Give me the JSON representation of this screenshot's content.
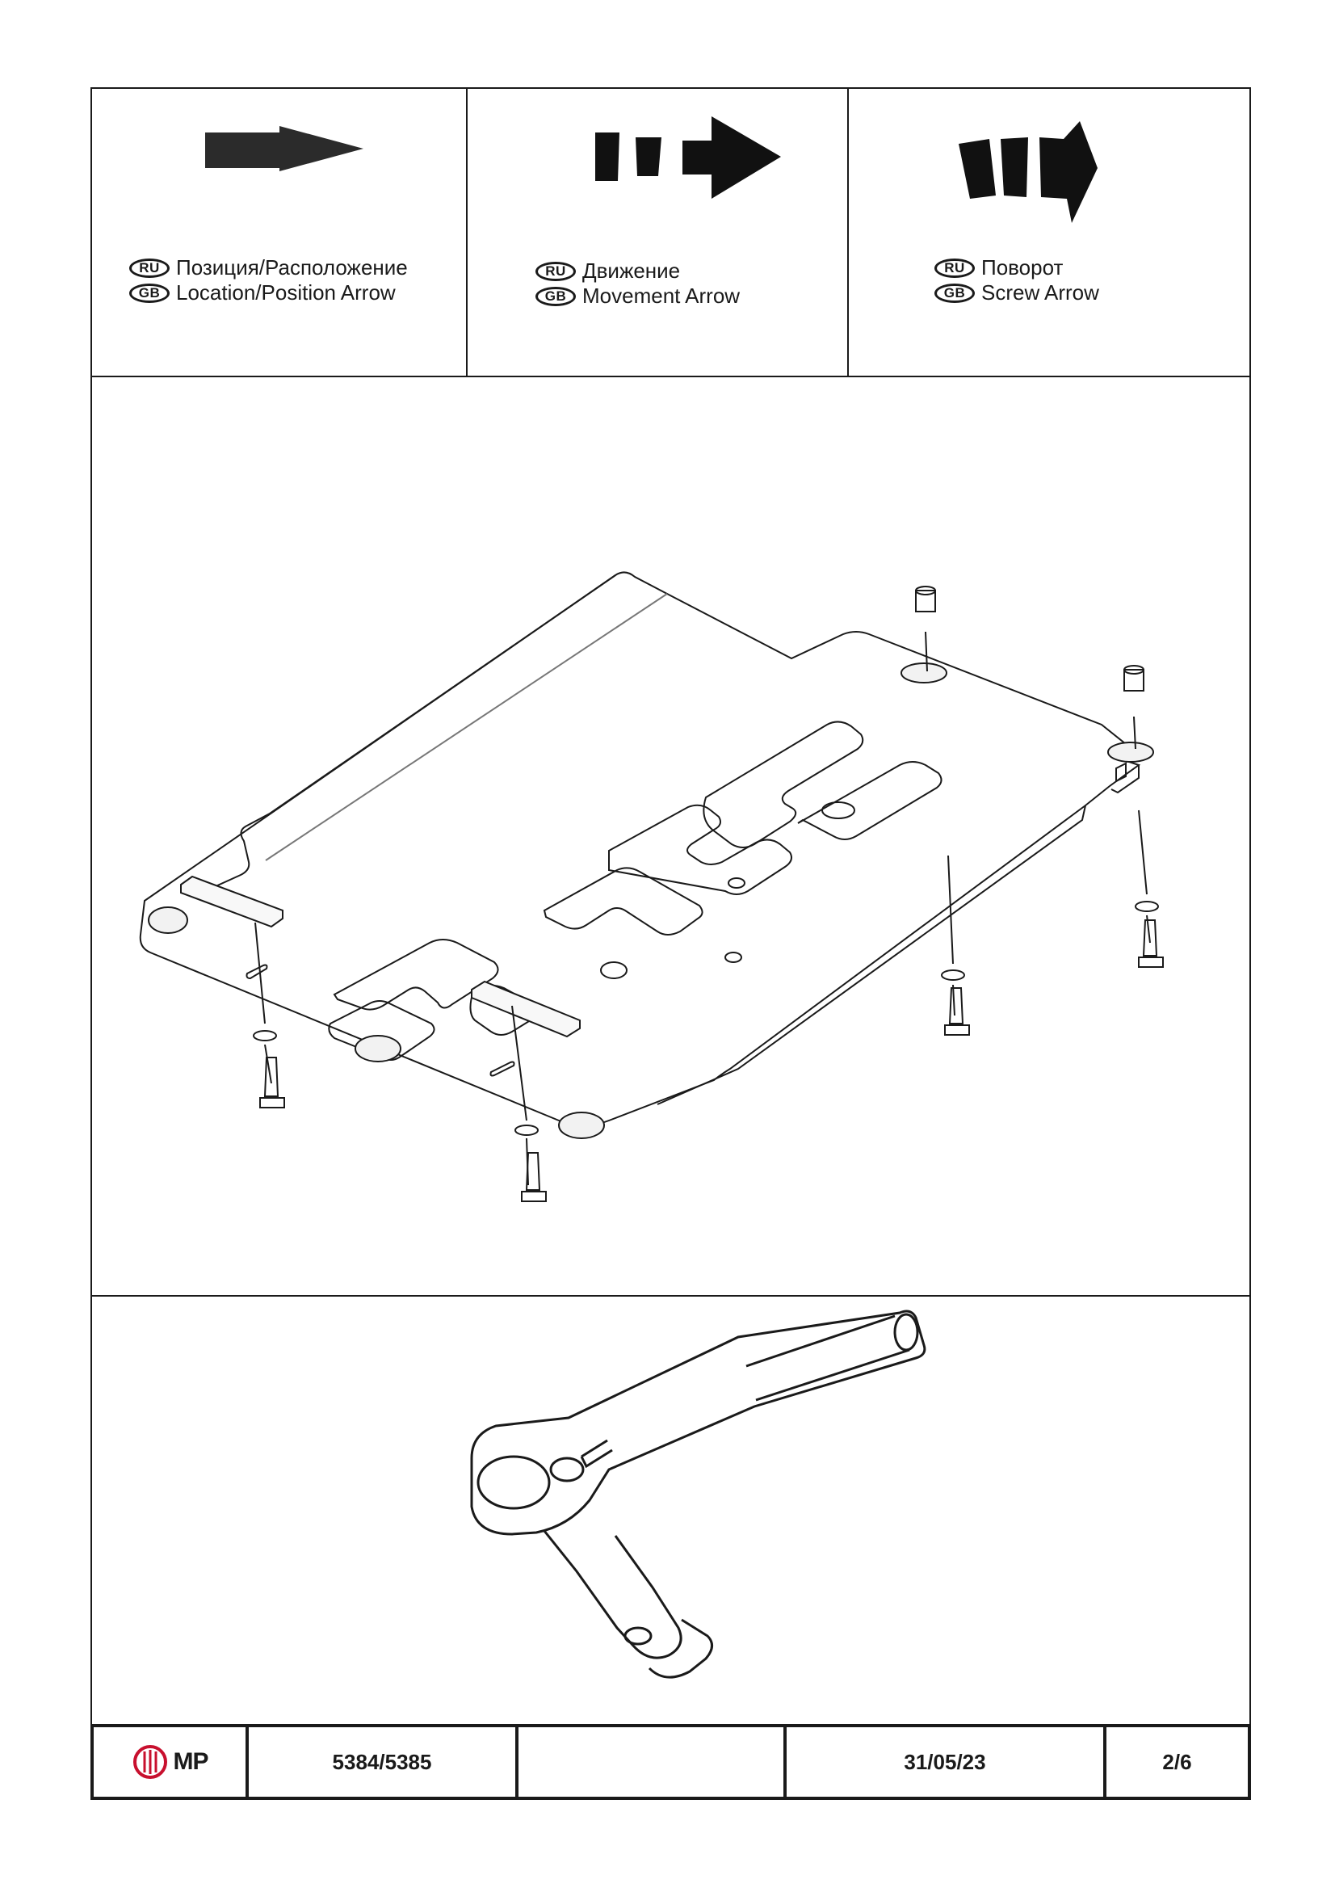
{
  "legend": [
    {
      "ru_badge": "RU",
      "gb_badge": "GB",
      "ru_text": "Позиция/Расположение",
      "gb_text": "Location/Position Arrow",
      "icon": "location-arrow-icon"
    },
    {
      "ru_badge": "RU",
      "gb_badge": "GB",
      "ru_text": "Движение",
      "gb_text": "Movement Arrow",
      "icon": "movement-arrow-icon"
    },
    {
      "ru_badge": "RU",
      "gb_badge": "GB",
      "ru_text": "Поворот",
      "gb_text": "Screw Arrow",
      "icon": "screw-arrow-icon"
    }
  ],
  "footer": {
    "logo_text": "MP",
    "part_number": "5384/5385",
    "blank": "",
    "date": "31/05/23",
    "page": "2/6"
  },
  "colors": {
    "line": "#1a1a1a",
    "accent": "#c8102e",
    "background": "#ffffff"
  }
}
